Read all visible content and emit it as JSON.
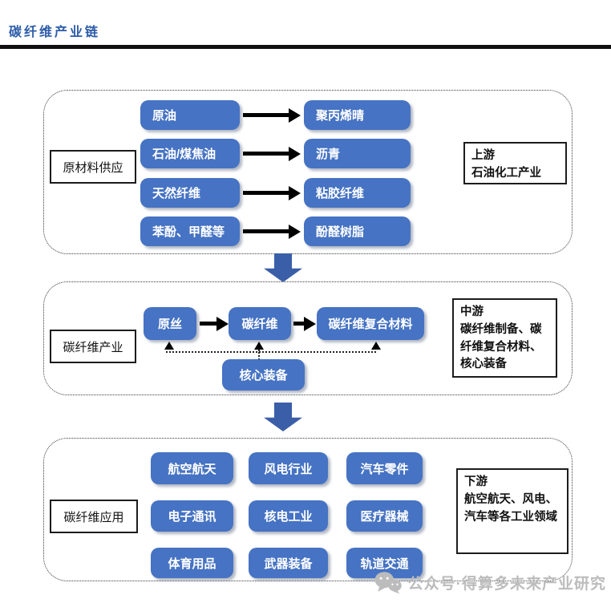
{
  "header": {
    "title": "碳纤维产业链"
  },
  "watermark": {
    "text": "公众号·得算多未来产业研究",
    "icon": "wechat-bubbles-icon"
  },
  "colors": {
    "box_blue": "#4673C3",
    "arrow_blue": "#3A5FA8",
    "title_blue": "#2D5CA8",
    "rule_dark": "#101010"
  },
  "sections": {
    "upstream": {
      "label": "原材料供应",
      "note_heading": "上游",
      "note_body": "石油化工产业",
      "rows": [
        {
          "from": "原油",
          "to": "聚丙烯晴"
        },
        {
          "from": "石油/煤焦油",
          "to": "沥青"
        },
        {
          "from": "天然纤维",
          "to": "粘胶纤维"
        },
        {
          "from": "苯酚、甲醛等",
          "to": "酚醛树脂"
        }
      ]
    },
    "midstream": {
      "label": "碳纤维产业",
      "note_heading": "中游",
      "note_body": "碳纤维制备、碳纤维复合材料、核心装备",
      "flow": [
        "原丝",
        "碳纤维",
        "碳纤维复合材料"
      ],
      "support": "核心装备"
    },
    "downstream": {
      "label": "碳纤维应用",
      "note_heading": "下游",
      "note_body": "航空航天、风电、汽车等各工业领域",
      "apps": [
        "航空航天",
        "风电行业",
        "汽车零件",
        "电子通讯",
        "核电工业",
        "医疗器械",
        "体育用品",
        "武器装备",
        "轨道交通"
      ]
    }
  }
}
